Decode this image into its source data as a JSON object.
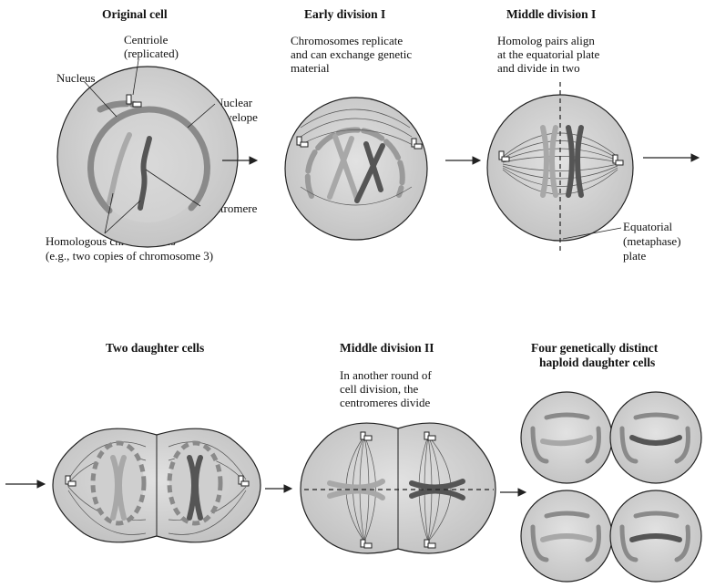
{
  "stages": {
    "original": {
      "title": "Original cell"
    },
    "early": {
      "title": "Early division I",
      "caption": [
        "Chromosomes replicate",
        "and can exchange genetic",
        "material"
      ]
    },
    "middle1": {
      "title": "Middle division I",
      "caption": [
        "Homolog pairs align",
        "at the equatorial plate",
        "and divide in two"
      ]
    },
    "two": {
      "title": "Two daughter cells"
    },
    "middle2": {
      "title": "Middle division II",
      "caption": [
        "In another round of",
        "cell division, the",
        "centromeres divide"
      ]
    },
    "four": {
      "title": [
        "Four genetically distinct",
        "haploid daughter cells"
      ]
    }
  },
  "labels": {
    "centriole": [
      "Centriole",
      "(replicated)"
    ],
    "nucleus": "Nucleus",
    "nuclear_envelope": [
      "Nuclear",
      "envelope"
    ],
    "centromere": "Centromere",
    "homologous": [
      "Homologous chromosomes",
      "(e.g., two copies of chromosome 3)"
    ],
    "equatorial": [
      "Equatorial",
      "(metaphase)",
      "plate"
    ]
  },
  "colors": {
    "cell_fill": "#d4d4d4",
    "chromosome_light": "#a8a8a8",
    "chromosome_dark": "#555555",
    "line": "#222222"
  }
}
